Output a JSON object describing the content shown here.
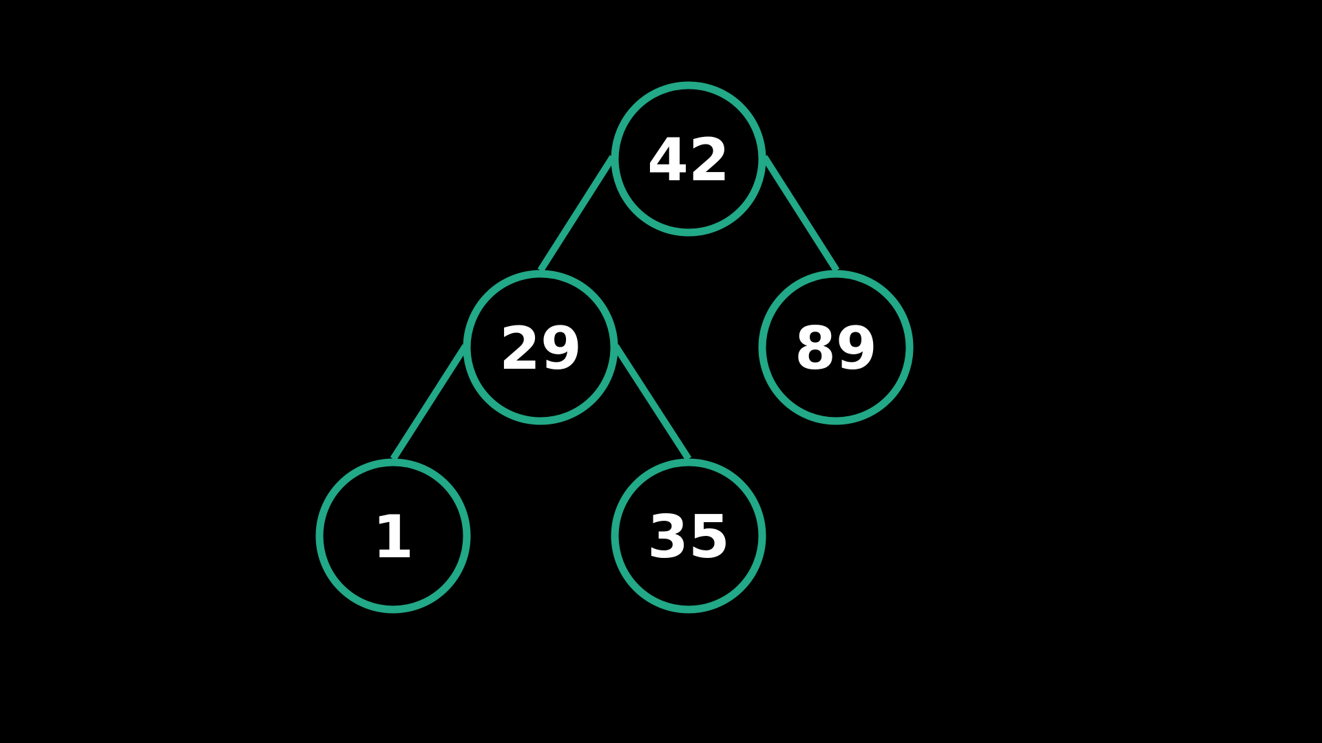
{
  "colors": {
    "background": "#000000",
    "node_stroke": "#22a987",
    "edge_stroke": "#22a987",
    "label_text": "#ffffff"
  },
  "tree": {
    "nodes": [
      {
        "id": "n42",
        "label": "42"
      },
      {
        "id": "n29",
        "label": "29"
      },
      {
        "id": "n89",
        "label": "89"
      },
      {
        "id": "n1",
        "label": "1"
      },
      {
        "id": "n35",
        "label": "35"
      }
    ],
    "edges": [
      {
        "from": "n42",
        "to": "n29"
      },
      {
        "from": "n42",
        "to": "n89"
      },
      {
        "from": "n29",
        "to": "n1"
      },
      {
        "from": "n29",
        "to": "n35"
      }
    ]
  }
}
